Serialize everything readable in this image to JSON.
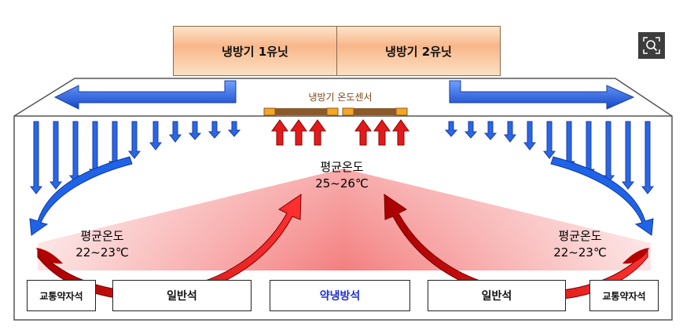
{
  "units": {
    "unit1_label": "냉방기 1유닛",
    "unit2_label": "냉방기 2유닛"
  },
  "sensor_label": "냉방기 온도센서",
  "center_temp": {
    "title": "평균온도",
    "range": "25~26℃"
  },
  "left_temp": {
    "title": "평균온도",
    "range": "22~23℃"
  },
  "right_temp": {
    "title": "평균온도",
    "range": "22~23℃"
  },
  "seats": {
    "priority_left": "교통약자석",
    "general_left": "일반석",
    "mild_cooling": "약냉방석",
    "general_right": "일반석",
    "priority_right": "교통약자석"
  },
  "zoom_icon": "magnifier-icon",
  "colors": {
    "cold_arrow": "#1a56e0",
    "warm_arrow": "#d81e1e",
    "mild_seat_text": "#1f2fd6",
    "unit_fill": "#f8b78a",
    "sensor_fill": "#8b5a2b"
  }
}
